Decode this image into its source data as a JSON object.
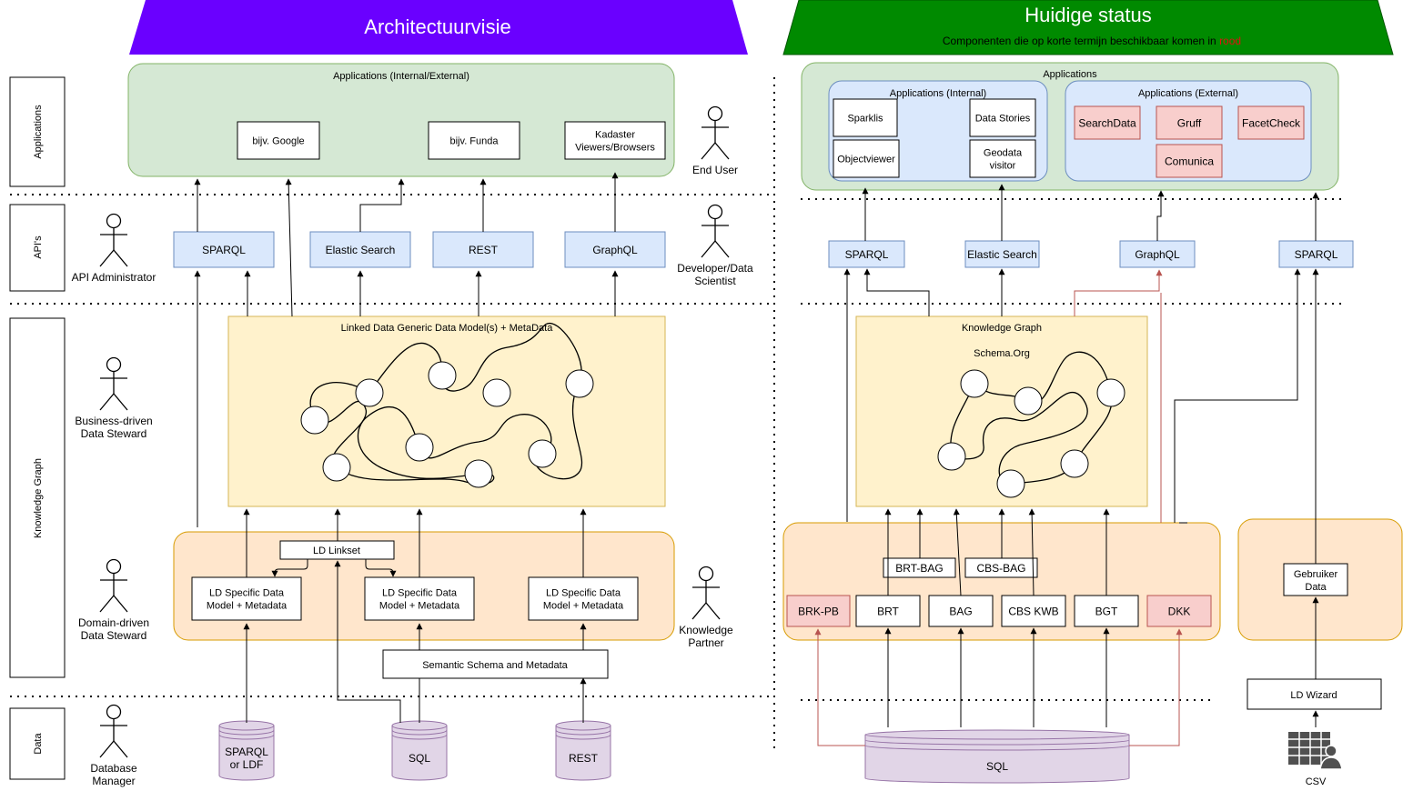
{
  "header_left": {
    "title": "Architectuurvisie",
    "color": "#6a00ff"
  },
  "header_right": {
    "title": "Huidige status",
    "subtitle": "Componenten die op korte termijn beschikbaar komen in ",
    "subtitle_red": "rood",
    "color": "#008a00"
  },
  "layers": {
    "applications": "Applications",
    "apis": "API's",
    "knowledge_graph": "Knowledge Graph",
    "data": "Data"
  },
  "actors": {
    "end_user": [
      "End User"
    ],
    "api_admin": [
      "API Administrator"
    ],
    "dev": [
      "Developer/Data",
      "Scientist"
    ],
    "business_steward": [
      "Business-driven",
      "Data Steward"
    ],
    "domain_steward": [
      "Domain-driven",
      "Data Steward"
    ],
    "knowledge_partner": [
      "Knowledge",
      "Partner"
    ],
    "db_manager": [
      "Database",
      "Manager"
    ]
  },
  "left": {
    "apps_title": "Applications (Internal/External)",
    "apps": [
      [
        "bijv. Google"
      ],
      [
        "bijv. Funda"
      ],
      [
        "Kadaster",
        "Viewers/Browsers"
      ]
    ],
    "apis": [
      "SPARQL",
      "Elastic Search",
      "REST",
      "GraphQL"
    ],
    "kg_title": "Linked Data Generic Data Model(s) + MetaData",
    "linkset": "LD Linkset",
    "ld_models": [
      [
        "LD Specific Data",
        "Model + Metadata"
      ],
      [
        "LD Specific Data",
        "Model + Metadata"
      ],
      [
        "LD Specific Data",
        "Model + Metadata"
      ]
    ],
    "semantic": "Semantic Schema and Metadata",
    "sources": [
      [
        "SPARQL",
        "or LDF"
      ],
      [
        "SQL"
      ],
      [
        "REST"
      ]
    ]
  },
  "right": {
    "apps_title": "Applications",
    "internal_title": "Applications (Internal)",
    "internal": [
      [
        "Sparklis"
      ],
      [
        "Data Stories"
      ],
      [
        "Objectviewer"
      ],
      [
        "Geodata",
        "visitor"
      ]
    ],
    "external_title": "Applications (External)",
    "external": [
      [
        "SearchData"
      ],
      [
        "Gruff"
      ],
      [
        "FacetCheck"
      ],
      [
        "Comunica"
      ]
    ],
    "apis": [
      "SPARQL",
      "Elastic Search",
      "GraphQL",
      "SPARQL"
    ],
    "kg_title": "Knowledge Graph",
    "kg_subtitle": "Schema.Org",
    "links": [
      "BRT-BAG",
      "CBS-BAG"
    ],
    "datasets": [
      "BRK-PB",
      "BRT",
      "BAG",
      "CBS KWB",
      "BGT",
      "DKK"
    ],
    "user_data": [
      "Gebruiker",
      "Data"
    ],
    "wizard": "LD Wizard",
    "sql": "SQL",
    "csv": "CSV"
  },
  "colors": {
    "green_fill": "#d5e8d4",
    "green_stroke": "#82b366",
    "blue_fill": "#dae8fc",
    "blue_stroke": "#6c8ebf",
    "yellow_fill": "#fff2cc",
    "yellow_stroke": "#d6b656",
    "orange_fill": "#ffe6cc",
    "orange_stroke": "#d79b00",
    "red_fill": "#f8cecc",
    "red_stroke": "#b85450",
    "purple_fill": "#e1d5e7",
    "purple_stroke": "#9673a6"
  }
}
